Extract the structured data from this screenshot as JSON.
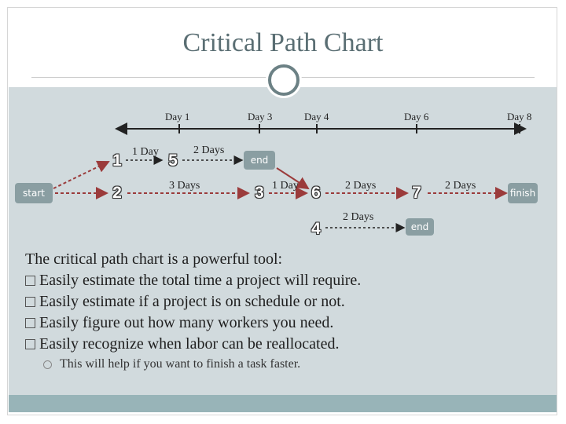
{
  "slide": {
    "title": "Critical Path Chart"
  },
  "timeline": {
    "ticks": [
      "Day 1",
      "Day 3",
      "Day 4",
      "Day 6",
      "Day 8"
    ]
  },
  "nodes": {
    "start": "start",
    "end_a": "end",
    "end_b": "end",
    "finish": "finish",
    "n1": "1",
    "n2": "2",
    "n3": "3",
    "n4": "4",
    "n5": "5",
    "n6": "6",
    "n7": "7"
  },
  "durations": {
    "one_to_five": "1 Day",
    "five_to_end": "2 Days",
    "two_to_three": "3 Days",
    "three_to_six": "1 Day",
    "six_to_seven": "2 Days",
    "seven_to_finish": "2 Days",
    "four_to_end": "2 Days"
  },
  "body": {
    "intro": "The critical path chart is a powerful tool:",
    "bullets": [
      "Easily estimate the total time a project will require.",
      "Easily estimate if a project is on schedule or not.",
      "Easily figure out how many workers you need.",
      "Easily recognize when labor can be reallocated."
    ],
    "sub_bullet": "This will help if you want to finish a task faster."
  },
  "colors": {
    "content_bg": "#d1dadd",
    "footer_bar": "#98b4b8",
    "node_fill": "#8a9ea2",
    "arrow": "#9b3b3b"
  }
}
